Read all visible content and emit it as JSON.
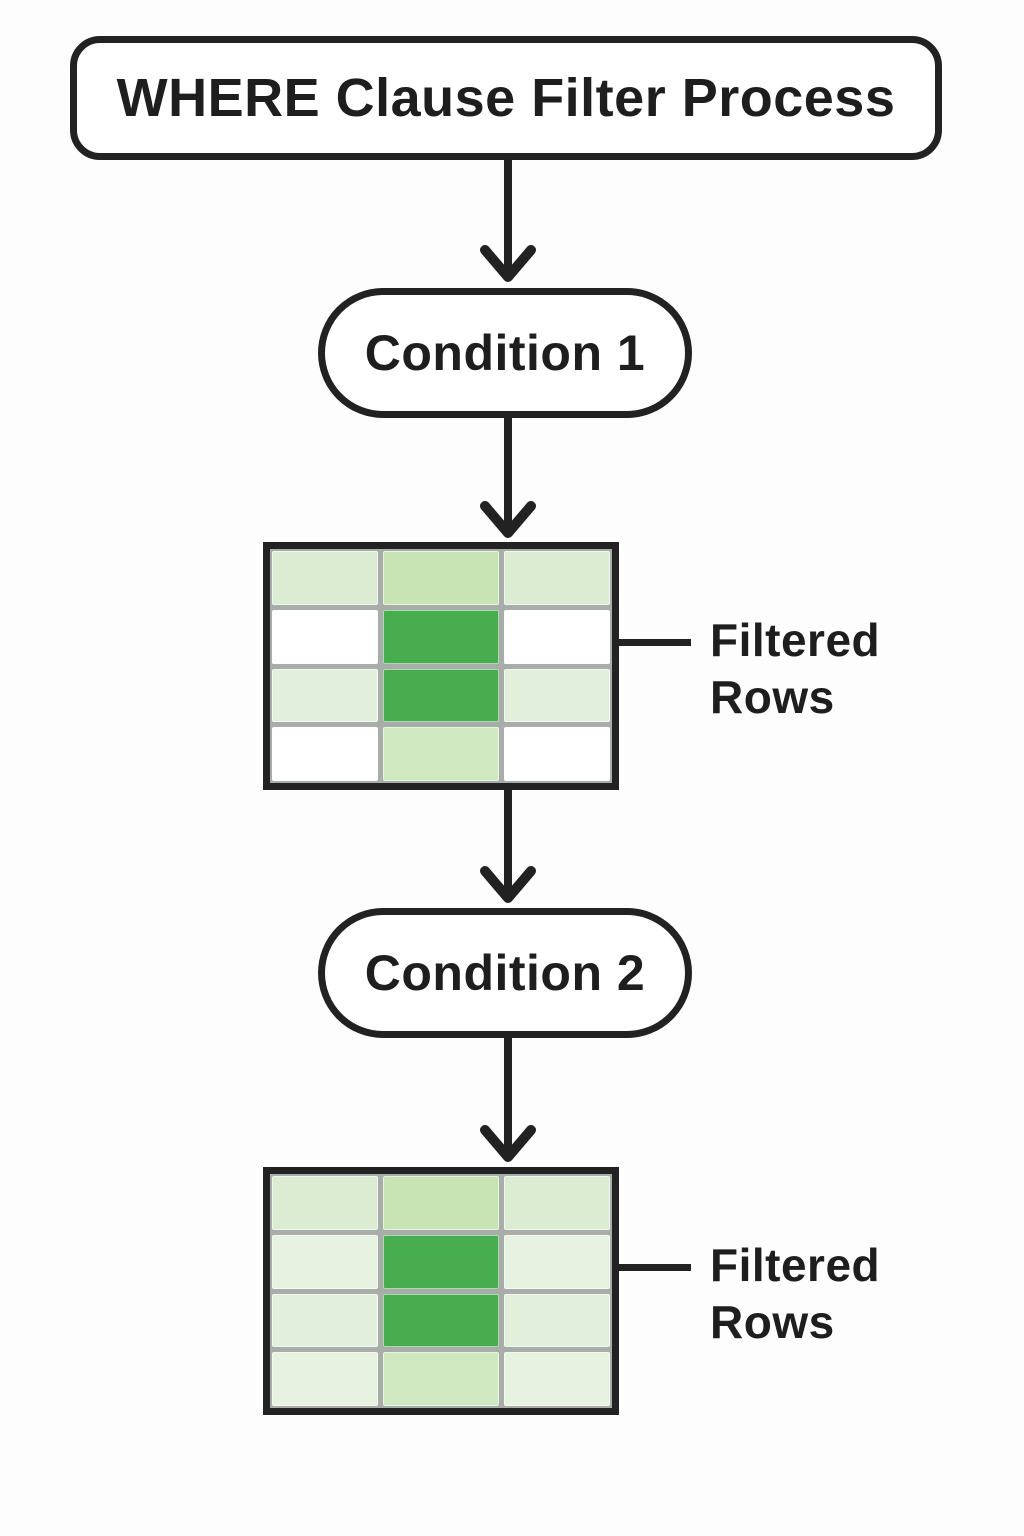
{
  "title": "WHERE Clause Filter Process",
  "conditions": [
    {
      "label": "Condition 1"
    },
    {
      "label": "Condition 2"
    }
  ],
  "annotations": [
    {
      "label": "Filtered Rows"
    },
    {
      "label": "Filtered Rows"
    }
  ],
  "colors": {
    "outline": "#222222",
    "text": "#1e1e1e",
    "grid_divider": "#a9ada9",
    "cell_shades": {
      "white": "#ffffff",
      "lighter": "#e7f3e0",
      "light": "#dcecd2",
      "light2": "#e2efda",
      "medium": "#c8e4b4",
      "mediumlight": "#cfe8c0",
      "dark": "#47ad4f"
    }
  },
  "grids": [
    {
      "name": "result-after-condition-1",
      "rows": 4,
      "cols": 3,
      "cells": [
        [
          "light",
          "medium",
          "light"
        ],
        [
          "white",
          "dark",
          "white"
        ],
        [
          "light2",
          "dark",
          "light2"
        ],
        [
          "white",
          "mediumlight",
          "white"
        ]
      ]
    },
    {
      "name": "result-after-condition-2",
      "rows": 4,
      "cols": 3,
      "cells": [
        [
          "light",
          "medium",
          "light"
        ],
        [
          "lighter",
          "dark",
          "lighter"
        ],
        [
          "light2",
          "dark",
          "light2"
        ],
        [
          "lighter",
          "mediumlight",
          "lighter"
        ]
      ]
    }
  ]
}
